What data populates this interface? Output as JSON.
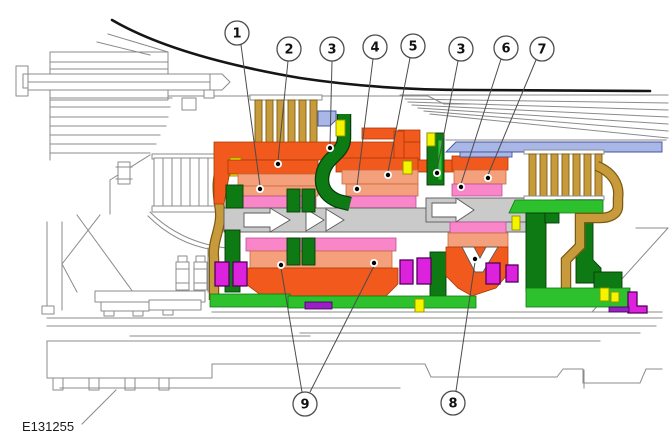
{
  "figure": {
    "code": "E131255"
  },
  "callouts": [
    {
      "id": "callout-1",
      "label": "1"
    },
    {
      "id": "callout-2",
      "label": "2"
    },
    {
      "id": "callout-3a",
      "label": "3"
    },
    {
      "id": "callout-4",
      "label": "4"
    },
    {
      "id": "callout-5",
      "label": "5"
    },
    {
      "id": "callout-3b",
      "label": "3"
    },
    {
      "id": "callout-6",
      "label": "6"
    },
    {
      "id": "callout-7",
      "label": "7"
    },
    {
      "id": "callout-9",
      "label": "9"
    },
    {
      "id": "callout-8",
      "label": "8"
    }
  ],
  "colors": {
    "orange": "#F1591D",
    "salmon": "#F4A07C",
    "pink": "#F886C8",
    "magenta": "#DD22DD",
    "purple": "#9A1FC4",
    "gold": "#C79B3B",
    "dark_green": "#0E7A14",
    "light_green": "#2EC12E",
    "blue": "#A9B7E6",
    "yellow": "#F4F400",
    "gray_shaft": "#CACACA"
  }
}
